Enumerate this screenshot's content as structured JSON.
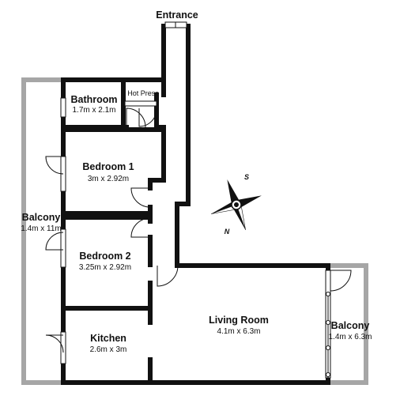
{
  "rooms": {
    "entrance": {
      "name": "Entrance"
    },
    "hot_press": {
      "name": "Hot Press"
    },
    "bathroom": {
      "name": "Bathroom",
      "size": "1.7m x 2.1m"
    },
    "bedroom1": {
      "name": "Bedroom 1",
      "size": "3m x 2.92m"
    },
    "bedroom2": {
      "name": "Bedroom 2",
      "size": "3.25m x 2.92m"
    },
    "kitchen": {
      "name": "Kitchen",
      "size": "2.6m x 3m"
    },
    "living": {
      "name": "Living Room",
      "size": "4.1m x 6.3m"
    },
    "balcony_left": {
      "name": "Balcony",
      "size": "1.4m x 11m"
    },
    "balcony_right": {
      "name": "Balcony",
      "size": "1.4m x 6.3m"
    }
  },
  "compass": {
    "north": "N",
    "south": "S",
    "icon": "compass-rose-icon"
  },
  "colors": {
    "wall": "#111111",
    "balcony_fill": "#a6a6a6",
    "background": "#ffffff"
  }
}
